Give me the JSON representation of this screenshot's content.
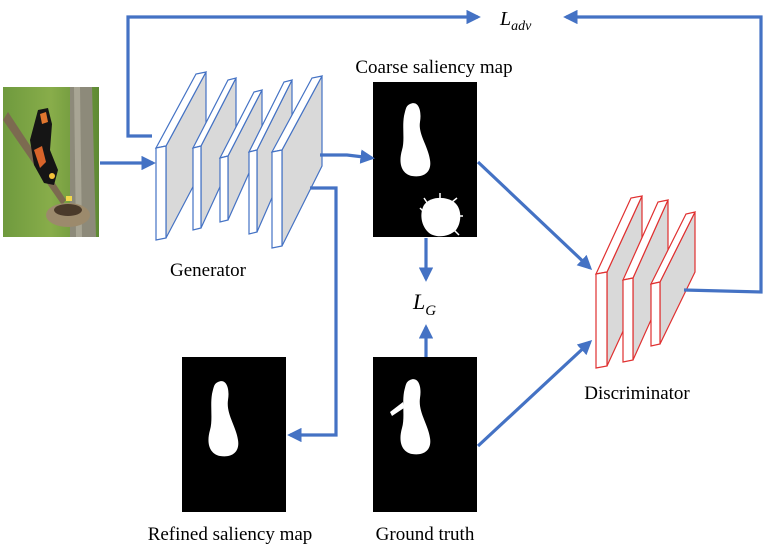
{
  "labels": {
    "coarse": "Coarse saliency map",
    "generator": "Generator",
    "discriminator": "Discriminator",
    "refined": "Refined saliency map",
    "ground_truth": "Ground truth"
  },
  "losses": {
    "adv_main": "L",
    "adv_sub": "adv",
    "g_main": "L",
    "g_sub": "G"
  },
  "colors": {
    "arrow": "#4472c4",
    "generator_edge": "#4472c4",
    "discriminator_edge": "#e03030",
    "layer_fill": "#d9d9d9",
    "map_bg": "#000000",
    "saliency_fg": "#ffffff"
  },
  "icons": {
    "input": "bird-photo-image"
  }
}
